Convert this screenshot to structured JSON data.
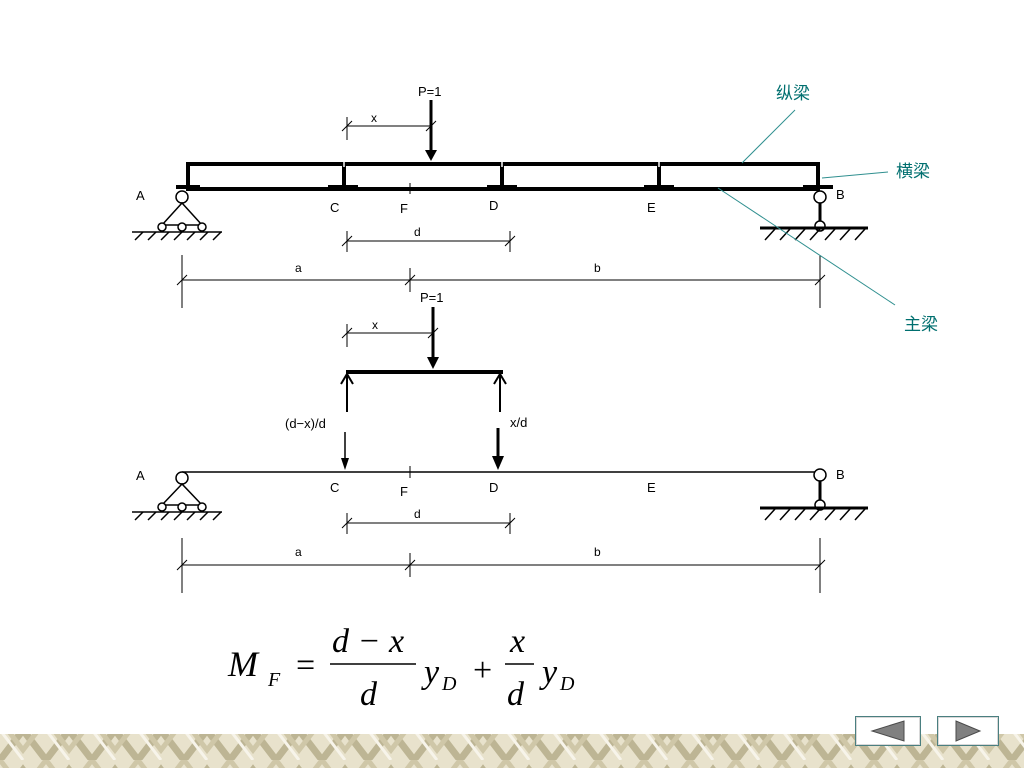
{
  "top_diagram": {
    "load_label": "P=1",
    "x_label": "x",
    "support_left": "A",
    "support_right": "B",
    "points": [
      "C",
      "F",
      "D",
      "E"
    ],
    "dim_d": "d",
    "dim_a": "a",
    "dim_b": "b"
  },
  "callouts": {
    "stringer": "纵梁",
    "floor_beam": "横梁",
    "main_girder": "主梁"
  },
  "bottom_diagram": {
    "load_label": "P=1",
    "x_label": "x",
    "reaction_left": "(d−x)/d",
    "reaction_right": "x/d",
    "support_left": "A",
    "support_right": "B",
    "points": [
      "C",
      "F",
      "D",
      "E"
    ],
    "dim_d": "d",
    "dim_a": "a",
    "dim_b": "b"
  },
  "formula": {
    "lhs": "M",
    "lhs_sub": "F",
    "equals": "=",
    "frac1_num": "d − x",
    "frac1_den": "d",
    "y": "y",
    "y_sub": "D",
    "plus": "+",
    "frac2_num": "x",
    "frac2_den": "d"
  },
  "colors": {
    "callout_text": "#006f6f",
    "callout_line": "#2f8f8f",
    "footer_border_a": "#c9c2a6",
    "footer_border_b": "#efeadb",
    "nav_arrow": "#808080"
  },
  "nav": {
    "prev_icon": "triangle-left-icon",
    "next_icon": "triangle-right-icon"
  }
}
